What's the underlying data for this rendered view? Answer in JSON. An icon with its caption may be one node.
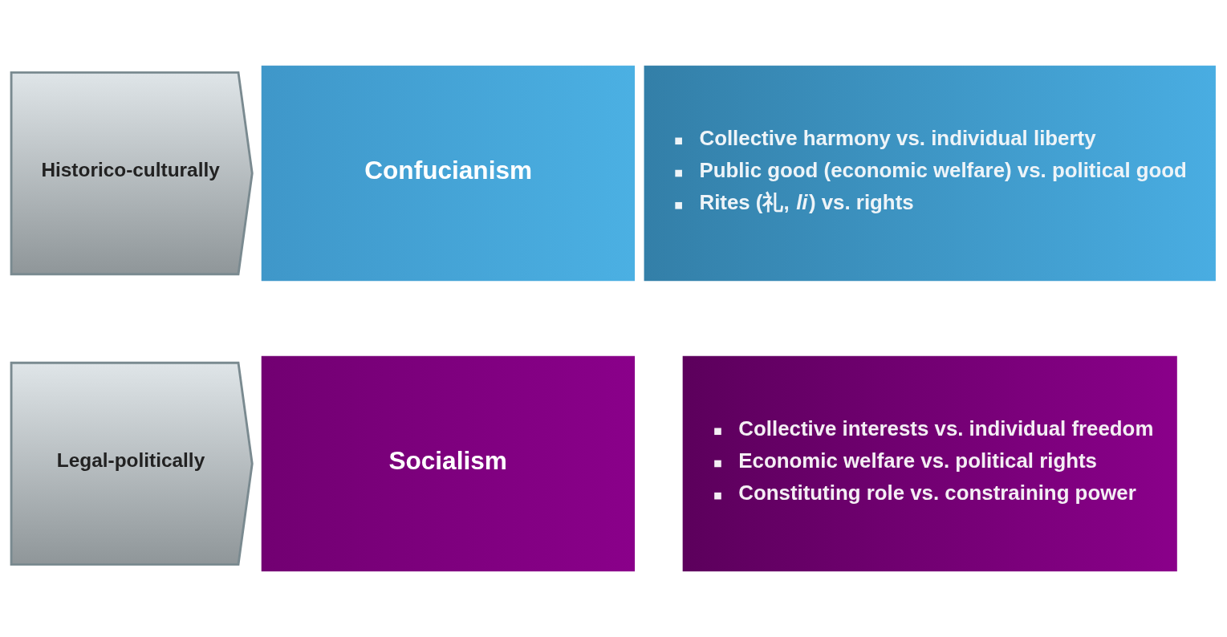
{
  "diagram": {
    "nodes": [
      {
        "text": [
          "Historico-culturally"
        ]
      },
      {
        "text": [
          "Confucianism"
        ]
      },
      {
        "text": [
          "Collective harmony vs. individual liberty",
          "Public good (economic welfare) vs. political good",
          "Rites (礼, *li*) vs. rights"
        ]
      },
      {
        "text": [
          "Legal-politically"
        ]
      },
      {
        "text": [
          "Socialism"
        ]
      },
      {
        "text": [
          "Collective interests vs. individual freedom",
          "Economic welfare vs. political rights",
          "Constituting role vs. constraining power"
        ]
      }
    ],
    "edges": []
  }
}
